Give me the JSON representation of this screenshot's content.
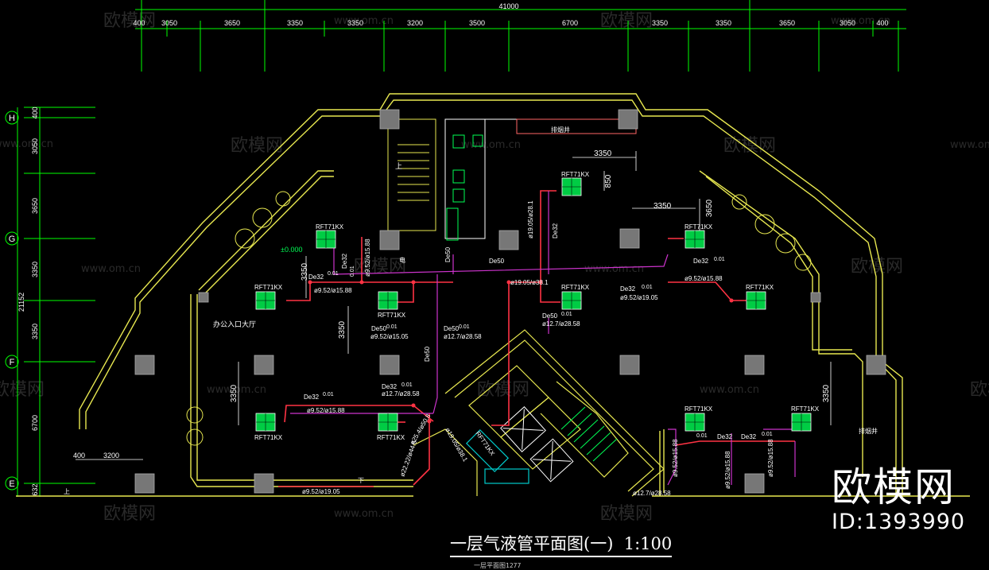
{
  "drawing": {
    "title": "一层气液管平面图(一)",
    "scale": "1:100",
    "subtitle": "一层平面图1277"
  },
  "dims_top": {
    "total": "41000",
    "segments": [
      "400",
      "3050",
      "3650",
      "3350",
      "3350",
      "3200",
      "3500",
      "6700",
      "3350",
      "3350",
      "3650",
      "3050",
      "400"
    ]
  },
  "dims_left": {
    "total": "21152",
    "segments": [
      "400",
      "3050",
      "3650",
      "3350",
      "3350",
      "6700",
      "632"
    ]
  },
  "grid_axes": [
    "H",
    "G",
    "F",
    "E"
  ],
  "dims_inner": [
    "3350",
    "3350",
    "3650",
    "850",
    "3350",
    "3350",
    "3350",
    "3350",
    "400",
    "3200"
  ],
  "units": [
    "RFT71KX",
    "RFT71KX",
    "RFT71KX",
    "RFT71KX",
    "RFT71KX",
    "RFT71KX",
    "RFT71KX",
    "RFT71KX",
    "RFT71KX",
    "RFT71KX",
    "RFT71KX",
    "RFT71KX"
  ],
  "pipe_labels": [
    "De32",
    "0.01",
    "ø9.52/ø15.88",
    "De32",
    "0.01",
    "ø9.52/ø15.88",
    "De50",
    "0.01",
    "ø9.52/ø15.05",
    "De50",
    "0.01",
    "ø12.7/ø28.58",
    "De50",
    "ø19.05/ø38.1",
    "De50",
    "0.01",
    "ø12.7/ø28.58",
    "De32",
    "0.01",
    "ø9.52/ø19.05",
    "De32",
    "0.01",
    "ø9.52/ø15.88",
    "De32",
    "0.01",
    "ø9.52/ø15.88",
    "De32",
    "0.01",
    "ø12.7/ø28.58",
    "ø22.22/ø44.5",
    "ø25.4/ø50.8",
    "ø19.05/ø38.1",
    "ø9.52/ø19.05",
    "De32",
    "0.01",
    "ø9.52/ø15.88",
    "De32",
    "0.01",
    "ø9.52/ø15.88",
    "ø12.7/ø28.58",
    "De50",
    "De32",
    "De50",
    "ø9.52/ø15.88",
    "ø19.05/ø28.1"
  ],
  "room_labels": [
    "办公入口大厅",
    "排烟井",
    "排烟井",
    "上",
    "上",
    "下",
    "电",
    "±0.000"
  ],
  "watermark": {
    "brand_cn": "欧模网",
    "brand_url": "www.om.cn",
    "big_cn": "欧模网",
    "big_id": "ID:1393990"
  },
  "colors": {
    "background": "#000000",
    "wall": "#e8e850",
    "grid": "#00ff00",
    "pipe": "#ff3344",
    "branch": "#cc33cc",
    "unit": "#00ff55",
    "column": "#777777",
    "dim": "#ffffff"
  }
}
